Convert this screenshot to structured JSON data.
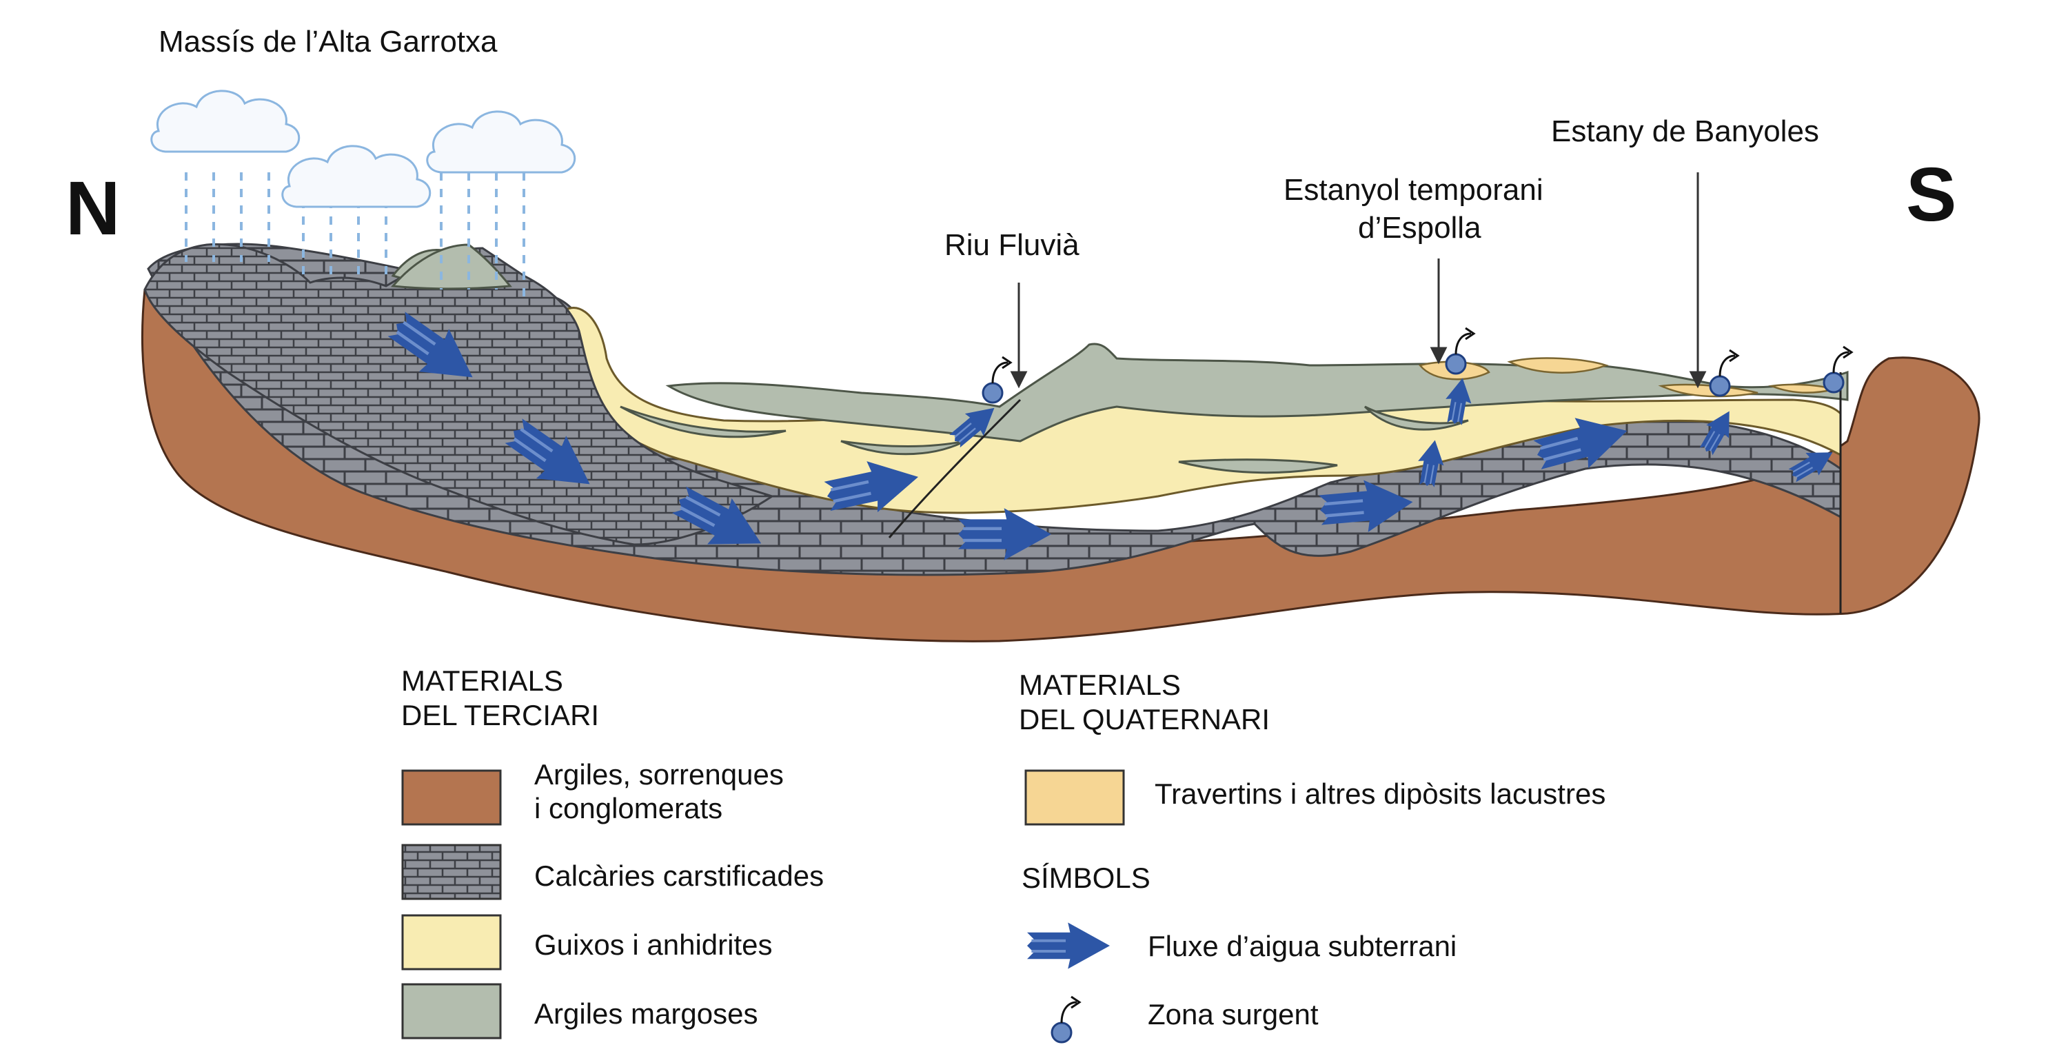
{
  "labels": {
    "massif": "Massís de l’Alta Garrotxa",
    "north": "N",
    "south": "S",
    "river": "Riu Fluvià",
    "pond_line1": "Estanyol temporani",
    "pond_line2": "d’Espolla",
    "lake": "Estany de Banyoles"
  },
  "legend": {
    "tertiary": {
      "title_line1": "MATERIALS",
      "title_line2": "DEL TERCIARI",
      "items": [
        {
          "line1": "Argiles, sorrenques",
          "line2": "i conglomerats",
          "color": "#b47550"
        },
        {
          "line1": "Calcàries carstificades",
          "color": "#8f929a"
        },
        {
          "line1": "Guixos i anhidrites",
          "color": "#f8ecb2"
        },
        {
          "line1": "Argiles margoses",
          "color": "#b3bdae"
        }
      ]
    },
    "quaternary": {
      "title_line1": "MATERIALS",
      "title_line2": "DEL QUATERNARI",
      "items": [
        {
          "line1": "Travertins i altres dipòsits lacustres",
          "color": "#f6d694"
        }
      ]
    },
    "symbols": {
      "title": "SÍMBOLS",
      "flow": "Fluxe d’aigua subterrani",
      "spring": "Zona surgent"
    }
  },
  "colors": {
    "clay_sand": "#b47550",
    "limestone": "#8f929a",
    "gypsum": "#f8ecb2",
    "marl": "#b3bdae",
    "travertine": "#f6d694",
    "water_flow": "#2d56a6",
    "rain": "#8bb6e0"
  }
}
